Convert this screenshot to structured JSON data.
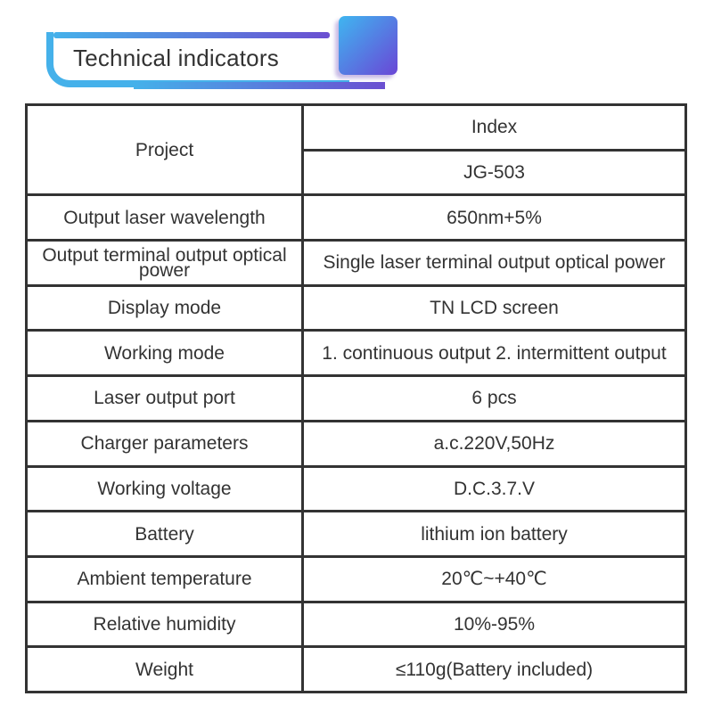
{
  "header": {
    "title": "Technical indicators"
  },
  "table": {
    "project_label": "Project",
    "index_label": "Index",
    "model": "JG-503",
    "rows": [
      {
        "label": "Output laser wavelength",
        "value": "650nm+5%"
      },
      {
        "label": "Output terminal output optical power",
        "value": "Single laser terminal output optical power"
      },
      {
        "label": "Display mode",
        "value": "TN LCD screen"
      },
      {
        "label": "Working mode",
        "value": "1. continuous output 2. intermittent output"
      },
      {
        "label": "Laser output port",
        "value": "6 pcs"
      },
      {
        "label": "Charger parameters",
        "value": "a.c.220V,50Hz"
      },
      {
        "label": "Working voltage",
        "value": "D.C.3.7.V"
      },
      {
        "label": "Battery",
        "value": "lithium ion battery"
      },
      {
        "label": "Ambient temperature",
        "value": "20℃~+40℃"
      },
      {
        "label": "Relative humidity",
        "value": "10%-95%"
      },
      {
        "label": "Weight",
        "value": "≤110g(Battery included)"
      }
    ]
  },
  "colors": {
    "accent_blue": "#45b1ea",
    "accent_purple": "#6b4fd1"
  }
}
